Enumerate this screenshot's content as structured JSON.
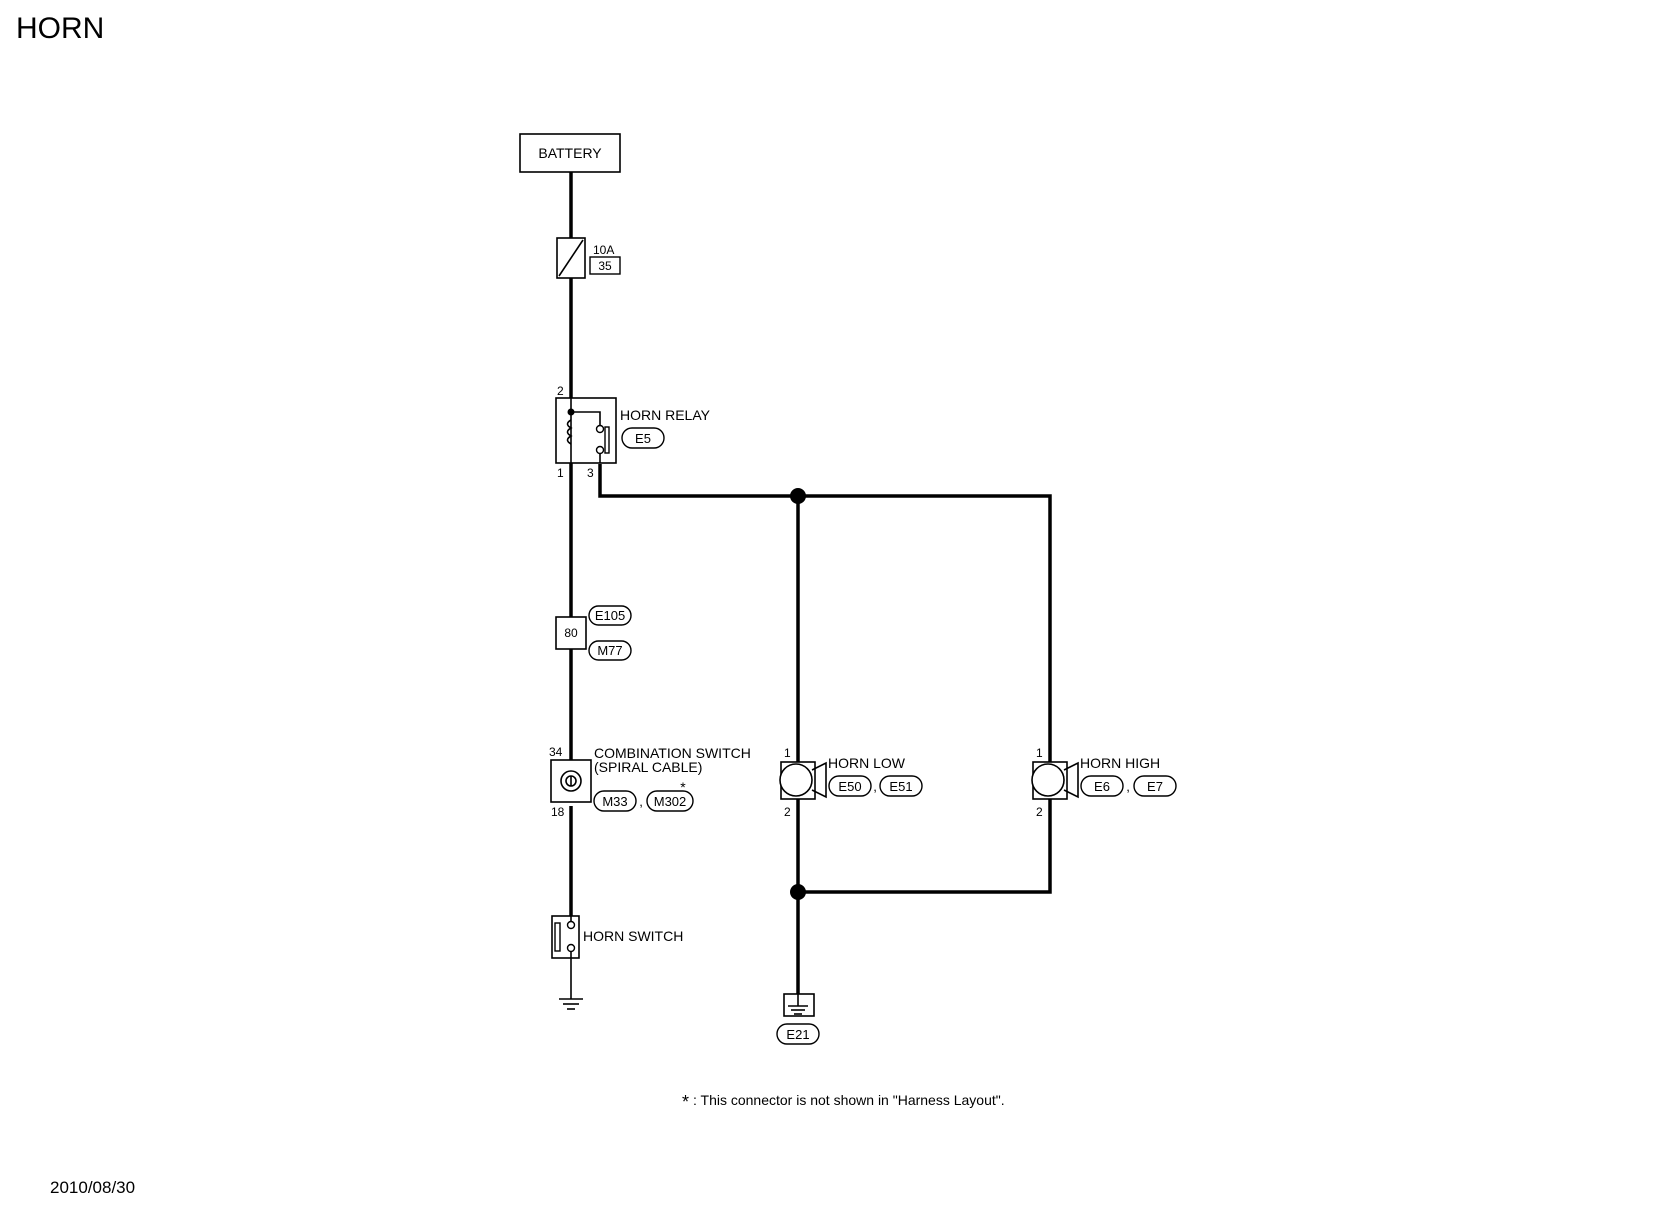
{
  "title": "HORN",
  "date": "2010/08/30",
  "battery": {
    "label": "BATTERY"
  },
  "fuse": {
    "rating": "10A",
    "number": "35"
  },
  "horn_relay": {
    "label": "HORN RELAY",
    "connector": "E5",
    "pin_top": "2",
    "pin_left": "1",
    "pin_right": "3"
  },
  "joint_connector": {
    "pin": "80",
    "connector_top": "E105",
    "connector_bottom": "M77"
  },
  "combination_switch": {
    "label_line1": "COMBINATION SWITCH",
    "label_line2": "(SPIRAL CABLE)",
    "connector_a": "M33",
    "connector_b": "M302",
    "asterisk": "*",
    "pin_top": "34",
    "pin_bottom": "18"
  },
  "horn_switch": {
    "label": "HORN SWITCH"
  },
  "horn_low": {
    "label": "HORN LOW",
    "connector_a": "E50",
    "connector_b": "E51",
    "pin_top": "1",
    "pin_bottom": "2"
  },
  "horn_high": {
    "label": "HORN HIGH",
    "connector_a": "E6",
    "connector_b": "E7",
    "pin_top": "1",
    "pin_bottom": "2"
  },
  "ground": {
    "connector": "E21"
  },
  "footnote": {
    "asterisk": "*",
    "text": ": This connector is not shown in \"Harness Layout\"."
  },
  "separator": ","
}
